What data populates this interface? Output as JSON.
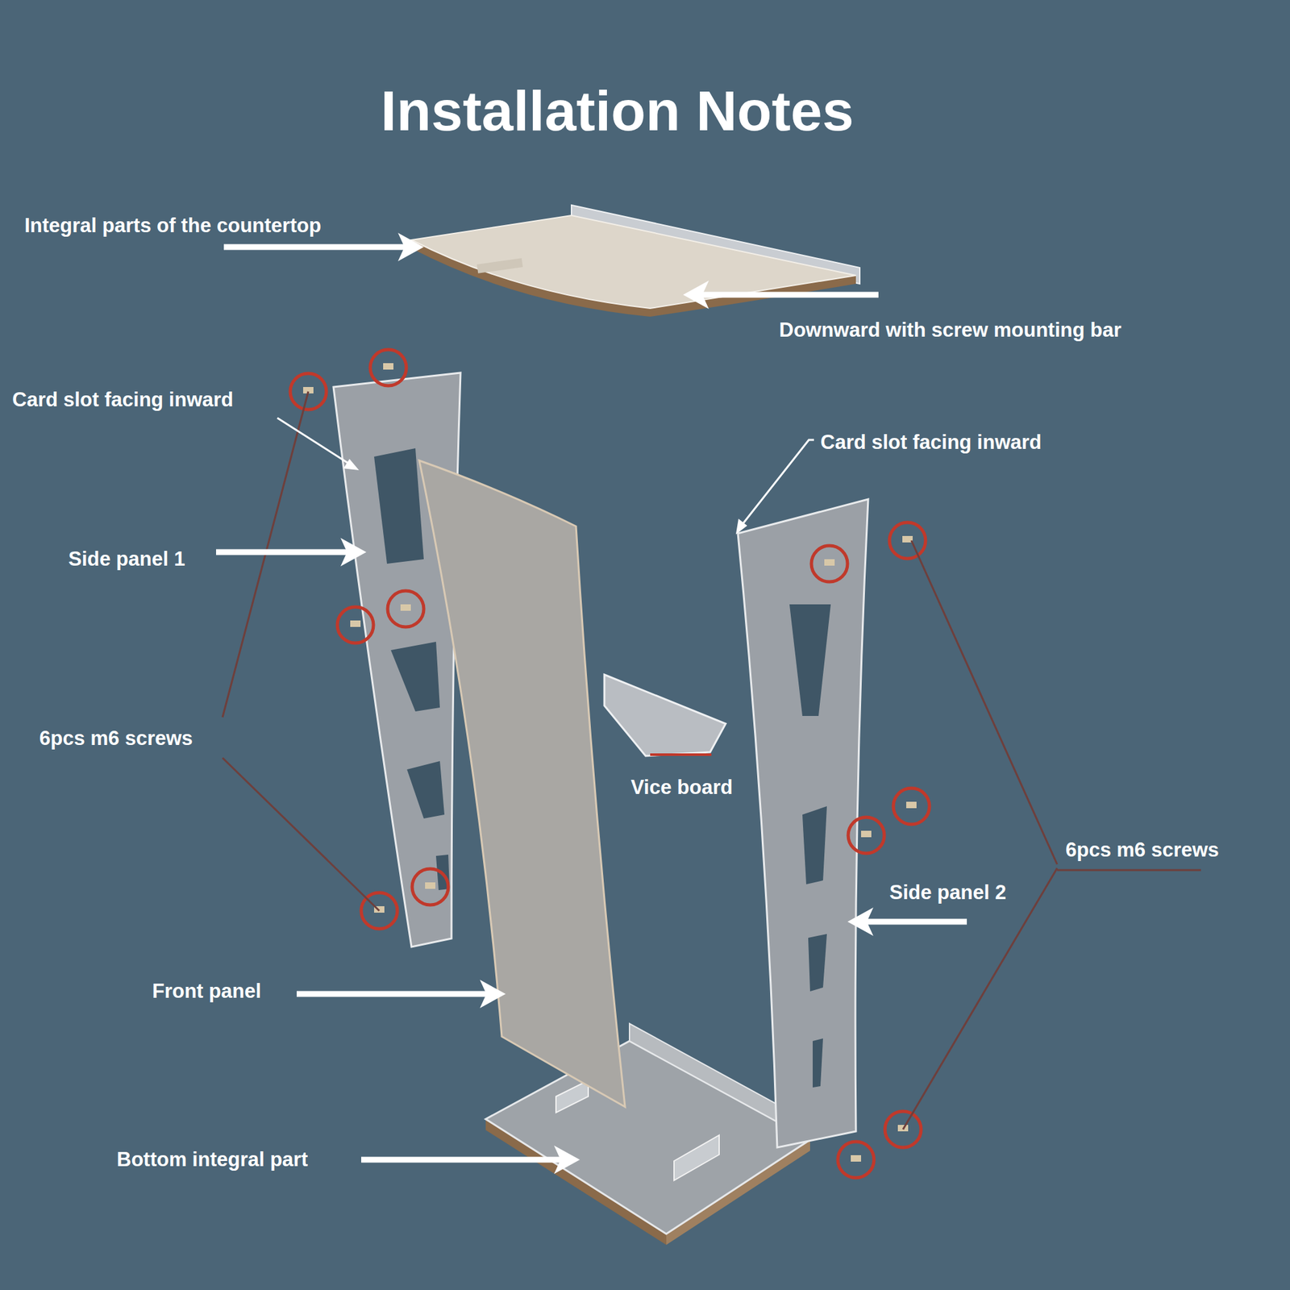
{
  "diagram": {
    "title": "Installation Notes",
    "labels": [
      "Integral parts of the countertop",
      "Downward with screw mounting bar",
      "Card slot facing inward",
      "Card slot facing inward",
      "Side panel 1",
      "6pcs m6 screws",
      "Vice board",
      "6pcs m6 screws",
      "Side panel 2",
      "Front panel",
      "Bottom integral part"
    ]
  }
}
